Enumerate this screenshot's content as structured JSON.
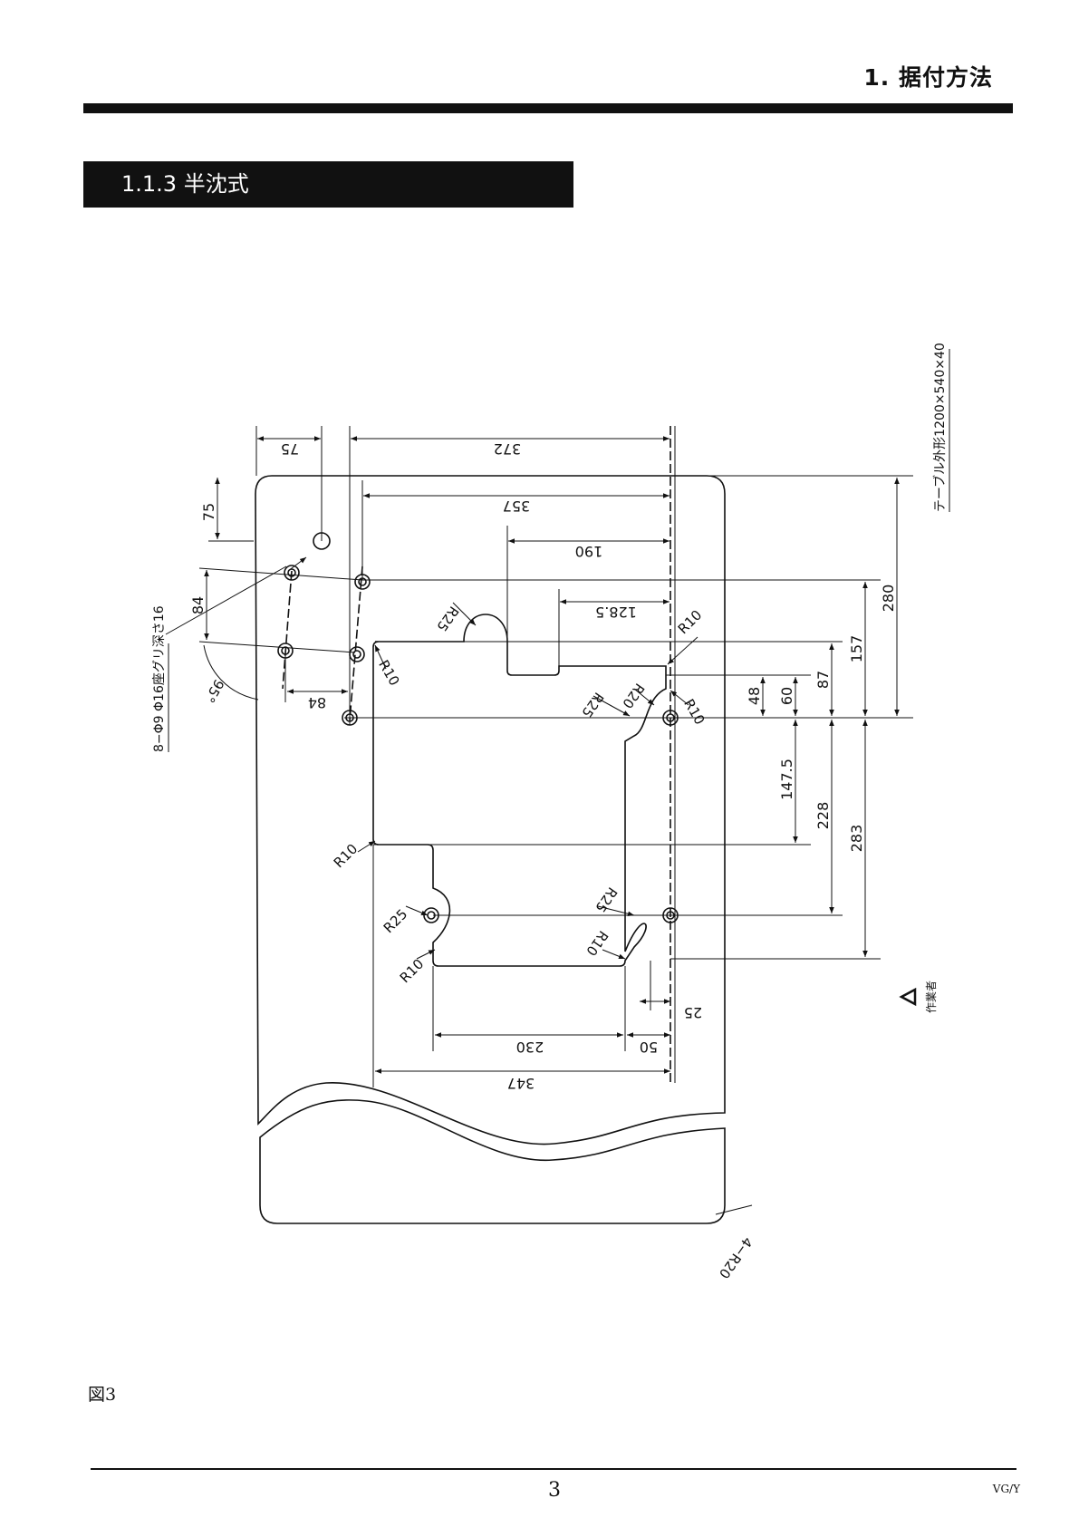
{
  "header": {
    "chapter": "1. 据付方法",
    "section": "1.1.3 半沈式"
  },
  "figure": {
    "label": "図3",
    "table_size": "テーブル外形1200×540×40",
    "operator_side": "作業者",
    "hole_note": "8−Φ9  Φ16座グリ深さ16",
    "angle": "95°",
    "corner_radius": "4−R20",
    "dimensions": {
      "d75_top": "75",
      "d372": "372",
      "d357": "357",
      "d190": "190",
      "d128_5": "128.5",
      "d75_left": "75",
      "d84_v": "84",
      "d84_h": "84",
      "d280": "280",
      "d157": "157",
      "d87": "87",
      "d60": "60",
      "d48": "48",
      "d147_5": "147.5",
      "d228": "228",
      "d283": "283",
      "d25": "25",
      "d50": "50",
      "d230": "230",
      "d347": "347"
    },
    "radii": {
      "r25_top": "R25",
      "r10_top_right": "R10",
      "r10_left_upper": "R10",
      "r25_mid": "R25",
      "r20_mid": "R20",
      "r10_mid_right": "R10",
      "r10_left_mid": "R10",
      "r25_lower_left": "R25",
      "r10_lower_left": "R10",
      "r25_lower_right": "R25",
      "r10_lower_right": "R10"
    }
  },
  "footer": {
    "page_number": "3",
    "doc_code": "VG/Y"
  }
}
